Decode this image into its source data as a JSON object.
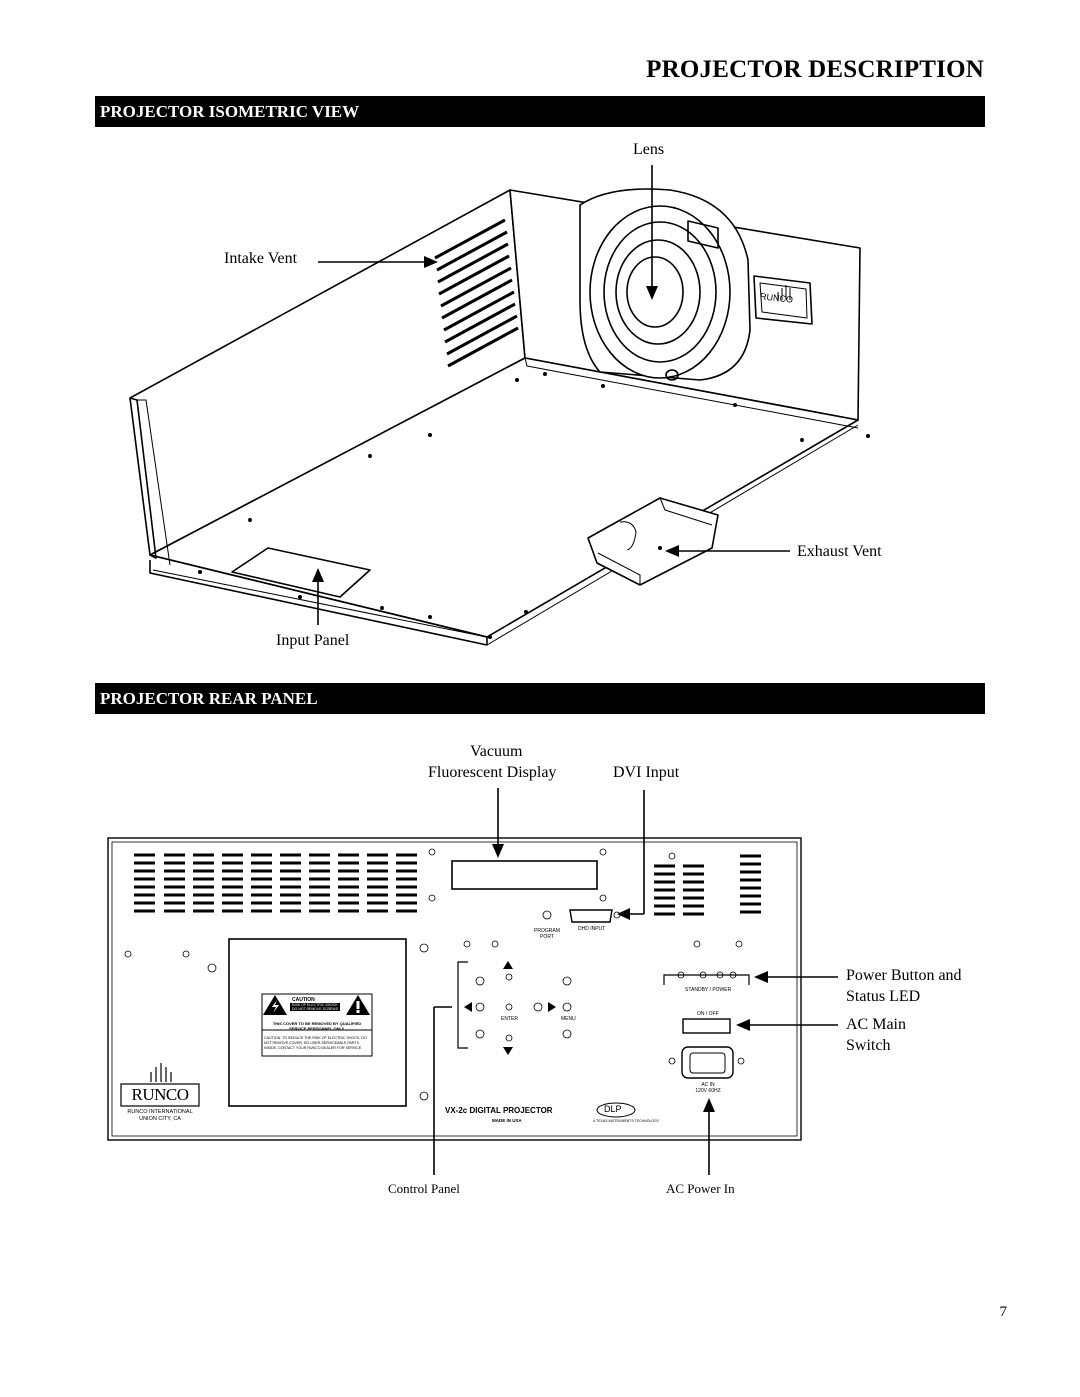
{
  "page": {
    "title": "PROJECTOR DESCRIPTION",
    "page_number": "7"
  },
  "sections": {
    "isometric": {
      "heading": "PROJECTOR ISOMETRIC VIEW"
    },
    "rear": {
      "heading": "PROJECTOR REAR PANEL"
    }
  },
  "isometric_labels": {
    "lens": "Lens",
    "intake_vent": "Intake Vent",
    "exhaust_vent": "Exhaust Vent",
    "input_panel": "Input Panel"
  },
  "rear_labels": {
    "vacuum_line1": "Vacuum",
    "vacuum_line2": "Fluorescent Display",
    "dvi_input": "DVI Input",
    "power_line1": "Power Button  and",
    "power_line2": "Status LED",
    "ac_main_line1": "AC Main",
    "ac_main_line2": "Switch",
    "control_panel": "Control Panel",
    "ac_power_in": "AC Power In"
  },
  "panel_text": {
    "program_port_1": "PROGRAM",
    "program_port_2": "PORT",
    "dhd_input": "DHD INPUT",
    "enter": "ENTER",
    "menu": "MENU",
    "standby_power": "STANDBY / POWER",
    "on_off": "ON / OFF",
    "ac_in_1": "AC IN",
    "ac_in_2": "120V  60HZ",
    "caution": "CAUTION",
    "shock_1": "RISK OF ELECTRIC SHOCK",
    "shock_2": "DO NOT REMOVE SCREWS",
    "cover_1": "THIS COVER TO BE REMOVED BY QUALIFIED",
    "cover_2": "SERVICE PERSONNEL ONLY.",
    "caution_body_1": "CAUTION: TO REDUCE THE RISK OF ELECTRIC SHOCK, DO",
    "caution_body_2": "NOT REMOVE COVER. NO USER-SERVICEABLE PARTS",
    "caution_body_3": "INSIDE. CONTACT YOUR RUNCO DEALER FOR SERVICE.",
    "brand": "RUNCO",
    "company_1": "RUNCO INTERNATIONAL",
    "company_2": "UNION CITY, CA",
    "model": "VX-2c DIGITAL PROJECTOR",
    "made_in": "MADE IN USA",
    "dlp": "DLP",
    "dlp_tagline": "A TEXAS INSTRUMENTS TECHNOLOGY",
    "projector_logo": "RUNCO"
  }
}
